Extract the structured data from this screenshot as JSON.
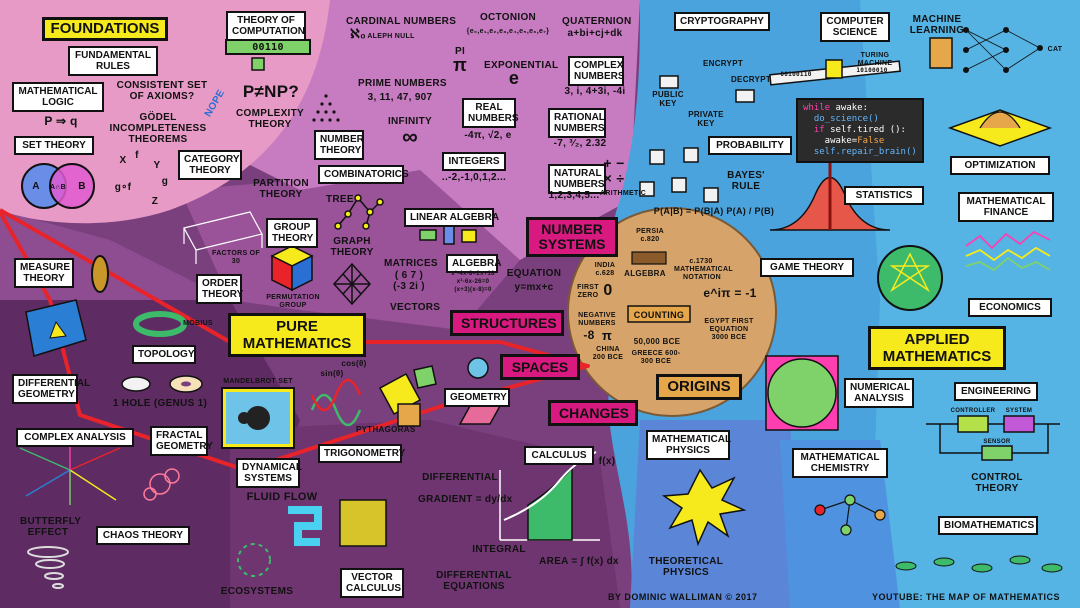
{
  "regions": {
    "pure": "PURE MATHEMATICS",
    "applied": "APPLIED MATHEMATICS",
    "foundations": "FOUNDATIONS",
    "origins": "ORIGINS",
    "number_systems": "NUMBER SYSTEMS",
    "structures": "STRUCTURES",
    "spaces": "SPACES",
    "changes": "CHANGES"
  },
  "foundations": {
    "theory_of_computation": "THEORY OF COMPUTATION",
    "tape": "00110",
    "fundamental_rules": "FUNDAMENTAL RULES",
    "mathematical_logic": "MATHEMATICAL LOGIC",
    "logic_symbol": "P ⇒ q",
    "consistent": "CONSISTENT SET OF AXIOMS?",
    "nope": "NOPE",
    "godel": "GÖDEL INCOMPLETENESS THEOREMS",
    "p_np": "P≠NP?",
    "complexity": "COMPLEXITY THEORY",
    "set_theory": "SET THEORY",
    "venn_a": "A",
    "venn_ab": "A∩B",
    "venn_b": "B",
    "category_theory": "CATEGORY THEORY",
    "cat_x": "X",
    "cat_y": "Y",
    "cat_z": "Z",
    "cat_f": "f",
    "cat_g": "g",
    "cat_gof": "g∘f"
  },
  "numbers": {
    "cardinal": "CARDINAL NUMBERS",
    "aleph_symbol": "ℵ₀",
    "aleph": "ALEPH NULL",
    "octonion": "OCTONION",
    "octonion_expr": "{e₀,e₁,e₂,e₃,e₄,e₅,e₆,e₇}",
    "quaternion": "QUATERNION",
    "quaternion_expr": "a+bi+cj+dk",
    "pi_label": "PI",
    "pi": "π",
    "exponential": "EXPONENTIAL",
    "e": "e",
    "complex": "COMPLEX NUMBERS",
    "complex_ex": "3, i, 4+3i, -4i",
    "prime": "PRIME NUMBERS",
    "prime_ex": "3, 11, 47, 907",
    "real": "REAL NUMBERS",
    "real_ex": "-4π, √2, e",
    "rational": "RATIONAL NUMBERS",
    "rational_ex": "-7, ³⁄₂, 2.32",
    "infinity": "INFINITY",
    "infinity_symbol": "∞",
    "integers": "INTEGERS",
    "integers_ex": "..-2,-1,0,1,2...",
    "natural": "NATURAL NUMBERS",
    "natural_ex": "1,2,3,4,5...",
    "arithmetic": "ARITHMETIC",
    "arith_symbols": "+ −\n× ÷",
    "number_theory": "NUMBER THEORY"
  },
  "pure": {
    "combinatorics": "COMBINATORICS",
    "partition": "PARTITION THEORY",
    "tree": "TREE",
    "graph": "GRAPH THEORY",
    "linear_algebra": "LINEAR ALGEBRA",
    "group": "GROUP THEORY",
    "permutation": "PERMUTATION GROUP",
    "factors": "FACTORS OF 30",
    "order": "ORDER THEORY",
    "matrices": "MATRICES",
    "matrix": "( 6 7 )\n(-3 2i )",
    "algebra": "ALGEBRA",
    "algebra_ex": "x²-4x-8=2x+18\nx²-6x-26=0\n(x+3)(x-8)=0",
    "equation": "EQUATION",
    "equation_ex": "y=mx+c",
    "vectors": "VECTORS",
    "measure": "MEASURE THEORY",
    "mobius": "MÖBIUS",
    "topology": "TOPOLOGY",
    "one_hole": "1 HOLE (GENUS 1)",
    "differential_geometry": "DIFFERENTIAL GEOMETRY",
    "mandelbrot": "MANDELBROT SET",
    "sin": "sin(θ)",
    "cos": "cos(θ)",
    "pythagoras": "PYTHAGORAS",
    "trigonometry": "TRIGONOMETRY",
    "geometry": "GEOMETRY",
    "complex_analysis": "COMPLEX ANALYSIS",
    "fractal": "FRACTAL GEOMETRY",
    "dynamical": "DYNAMICAL SYSTEMS",
    "fluid": "FLUID FLOW",
    "butterfly": "BUTTERFLY EFFECT",
    "chaos": "CHAOS THEORY",
    "ecosystems": "ECOSYSTEMS",
    "vector_calculus": "VECTOR CALCULUS",
    "calculus": "CALCULUS",
    "differential": "DIFFERENTIAL",
    "gradient": "GRADIENT = dy/dx",
    "integral": "INTEGRAL",
    "area": "AREA = ∫ f(x) dx",
    "fx": "f(x)",
    "diff_eq": "DIFFERENTIAL EQUATIONS"
  },
  "origins": {
    "persia": "PERSIA c.820",
    "algebra": "ALGEBRA",
    "india": "INDIA c.628",
    "first_zero": "FIRST ZERO",
    "zero": "0",
    "notation_date": "c.1730",
    "notation": "MATHEMATICAL NOTATION",
    "euler": "e^iπ = -1",
    "counting": "COUNTING",
    "bce_50000": "50,000 BCE",
    "negative": "NEGATIVE NUMBERS",
    "minus8": "-8",
    "china": "CHINA 200 BCE",
    "greece": "GREECE 600-300 BCE",
    "egypt": "EGYPT FIRST EQUATION 3000 BCE",
    "pi_glyph": "π"
  },
  "applied": {
    "cryptography": "CRYPTOGRAPHY",
    "encrypt": "ENCRYPT",
    "decrypt": "DECRYPT",
    "public_key": "PUBLIC KEY",
    "private_key": "PRIVATE KEY",
    "computer_science": "COMPUTER SCIENCE",
    "turing": "TURING MACHINE",
    "turing_tape_left": "00100110",
    "turing_tape_right": "10100010",
    "machine_learning": "MACHINE LEARNING",
    "cat": "CAT",
    "code_line1_kw": "while",
    "code_line1_rest": " awake:",
    "code_line2": "  do_science()",
    "code_line3_kw": "  if",
    "code_line3_rest": " self.tired ():",
    "code_line4_pre": "    awake=",
    "code_line4_val": "False",
    "code_line5": "  self.repair_brain()",
    "probability": "PROBABILITY",
    "bayes": "BAYES' RULE",
    "bayes_formula": "P(A|B) = P(B|A) P(A) / P(B)",
    "optimization": "OPTIMIZATION",
    "statistics": "STATISTICS",
    "finance": "MATHEMATICAL FINANCE",
    "game_theory": "GAME THEORY",
    "economics": "ECONOMICS",
    "numerical": "NUMERICAL ANALYSIS",
    "engineering": "ENGINEERING",
    "controller": "CONTROLLER",
    "system": "SYSTEM",
    "sensor": "SENSOR",
    "control": "CONTROL THEORY",
    "math_physics": "MATHEMATICAL PHYSICS",
    "theoretical_physics": "THEORETICAL PHYSICS",
    "math_chemistry": "MATHEMATICAL CHEMISTRY",
    "biomathematics": "BIOMATHEMATICS"
  },
  "credits": {
    "author": "BY DOMINIC WALLIMAN © 2017",
    "youtube": "YOUTUBE: THE MAP OF MATHEMATICS"
  },
  "colors": {
    "pure_bg": "#8a4a86",
    "foundations_bg": "#e79ac5",
    "applied_bg": "#4da6dd",
    "origins_bg": "#d6a46a",
    "yellow": "#f6ea1d",
    "magenta": "#d8197f",
    "red_line": "#e8232a"
  }
}
